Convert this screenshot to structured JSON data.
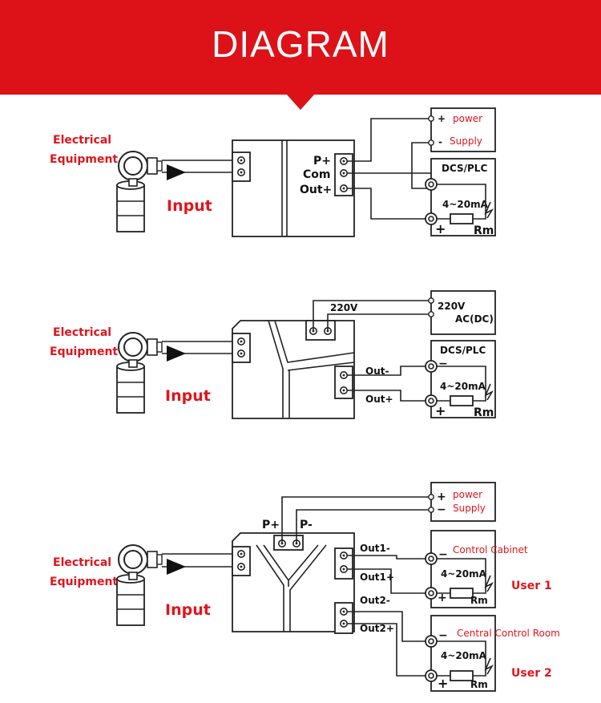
{
  "header": {
    "title": "DIAGRAM"
  },
  "colors": {
    "accent": "#dd1118",
    "line": "#222222"
  },
  "diagram1": {
    "equipment_line1": "Electrical",
    "equipment_line2": "Equipment",
    "input": "Input",
    "p_plus": "P+",
    "com": "Com",
    "out_plus": "Out+",
    "supply_plus": "+",
    "supply_power": "power",
    "supply_minus": "-",
    "supply_supply": "Supply",
    "plc_title": "DCS/PLC",
    "plc_current": "4~20mA",
    "plc_plus": "+",
    "plc_rm": "Rm"
  },
  "diagram2": {
    "equipment_line1": "Electrical",
    "equipment_line2": "Equipment",
    "input": "Input",
    "voltage_label": "220V",
    "power_line1": "220V",
    "power_line2": "AC(DC)",
    "out_minus": "Out-",
    "out_plus": "Out+",
    "plc_title": "DCS/PLC",
    "plc_minus": "−",
    "plc_current": "4~20mA",
    "plc_plus": "+",
    "plc_rm": "Rm"
  },
  "diagram3": {
    "equipment_line1": "Electrical",
    "equipment_line2": "Equipment",
    "input": "Input",
    "p_plus": "P+",
    "p_minus": "P-",
    "supply_plus": "+",
    "supply_power": "power",
    "supply_minus": "−",
    "supply_supply": "Supply",
    "out1_minus": "Out1-",
    "out1_plus": "Out1+",
    "out2_minus": "Out2-",
    "out2_plus": "Out2+",
    "cabinet_minus": "−",
    "cabinet_label": "Control Cabinet",
    "cabinet_current": "4~20mA",
    "cabinet_plus": "+",
    "cabinet_rm": "Rm",
    "user1": "User  1",
    "room_minus": "−",
    "room_label": "Central Control Room",
    "room_current": "4~20mA",
    "room_plus": "+",
    "room_rm": "Rm",
    "user2": "User  2"
  }
}
